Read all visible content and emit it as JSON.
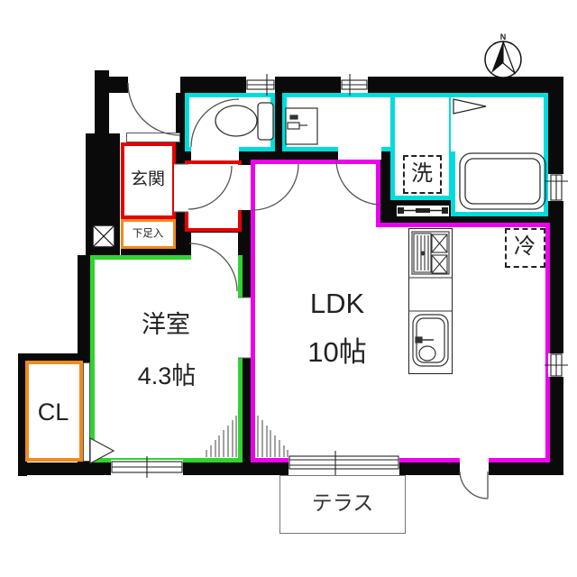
{
  "title": "1LDK apartment floor plan",
  "compass": {
    "north_label": "N"
  },
  "rooms": {
    "genkan": {
      "label": "玄関"
    },
    "shoe_cabinet": {
      "label": "下足入"
    },
    "western_room": {
      "name": "洋室",
      "size": "4.3帖"
    },
    "ldk": {
      "name": "LDK",
      "size": "10帖"
    },
    "closet": {
      "label": "CL"
    },
    "washer_space": {
      "label": "洗"
    },
    "fridge_space": {
      "label": "冷"
    },
    "terrace": {
      "label": "テラス"
    }
  },
  "fixtures": [
    "toilet",
    "wash-basin",
    "bathtub",
    "kitchen-stove",
    "kitchen-sink",
    "washing-machine-space",
    "refrigerator-space",
    "meter-box",
    "shoe-cabinet",
    "closet-sliding-door"
  ],
  "colors": {
    "wall": "#0a0a0a",
    "wet_area_outline": "#00dcdc",
    "entrance_outline": "#e60000",
    "storage_outline": "#f08a1e",
    "western_room_outline": "#2fd42f",
    "ldk_outline": "#ee00ee"
  }
}
